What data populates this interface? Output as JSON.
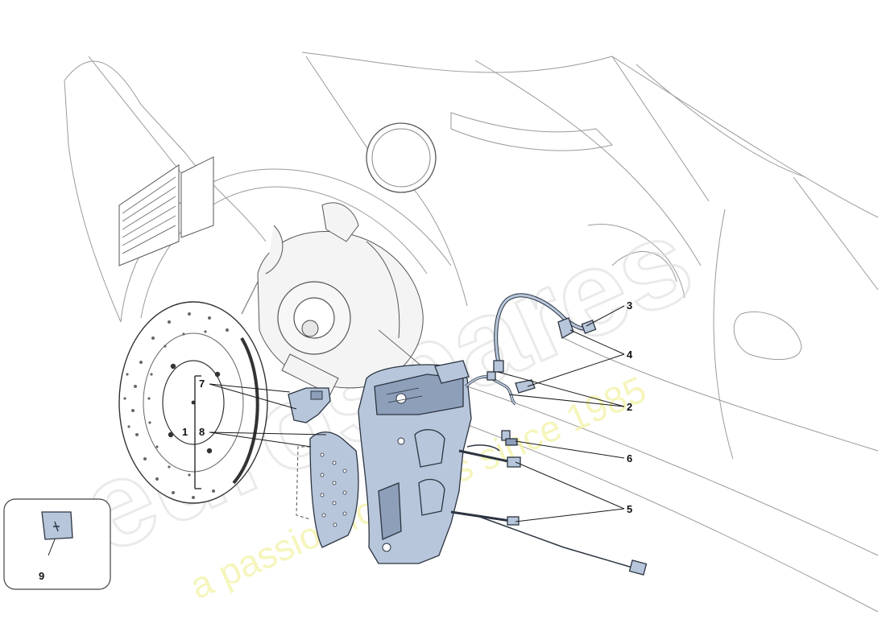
{
  "callouts": {
    "c1": "1",
    "c2": "2",
    "c3": "3",
    "c4": "4",
    "c5": "5",
    "c6": "6",
    "c7": "7",
    "c8": "8",
    "c9": "9"
  },
  "watermark": {
    "brand": "eurospares",
    "tagline": "a passion for parts since 1985"
  },
  "colors": {
    "part_fill": "#b8c6db",
    "outline": "#2b3440",
    "watermark_text": "#f2f2a8"
  }
}
